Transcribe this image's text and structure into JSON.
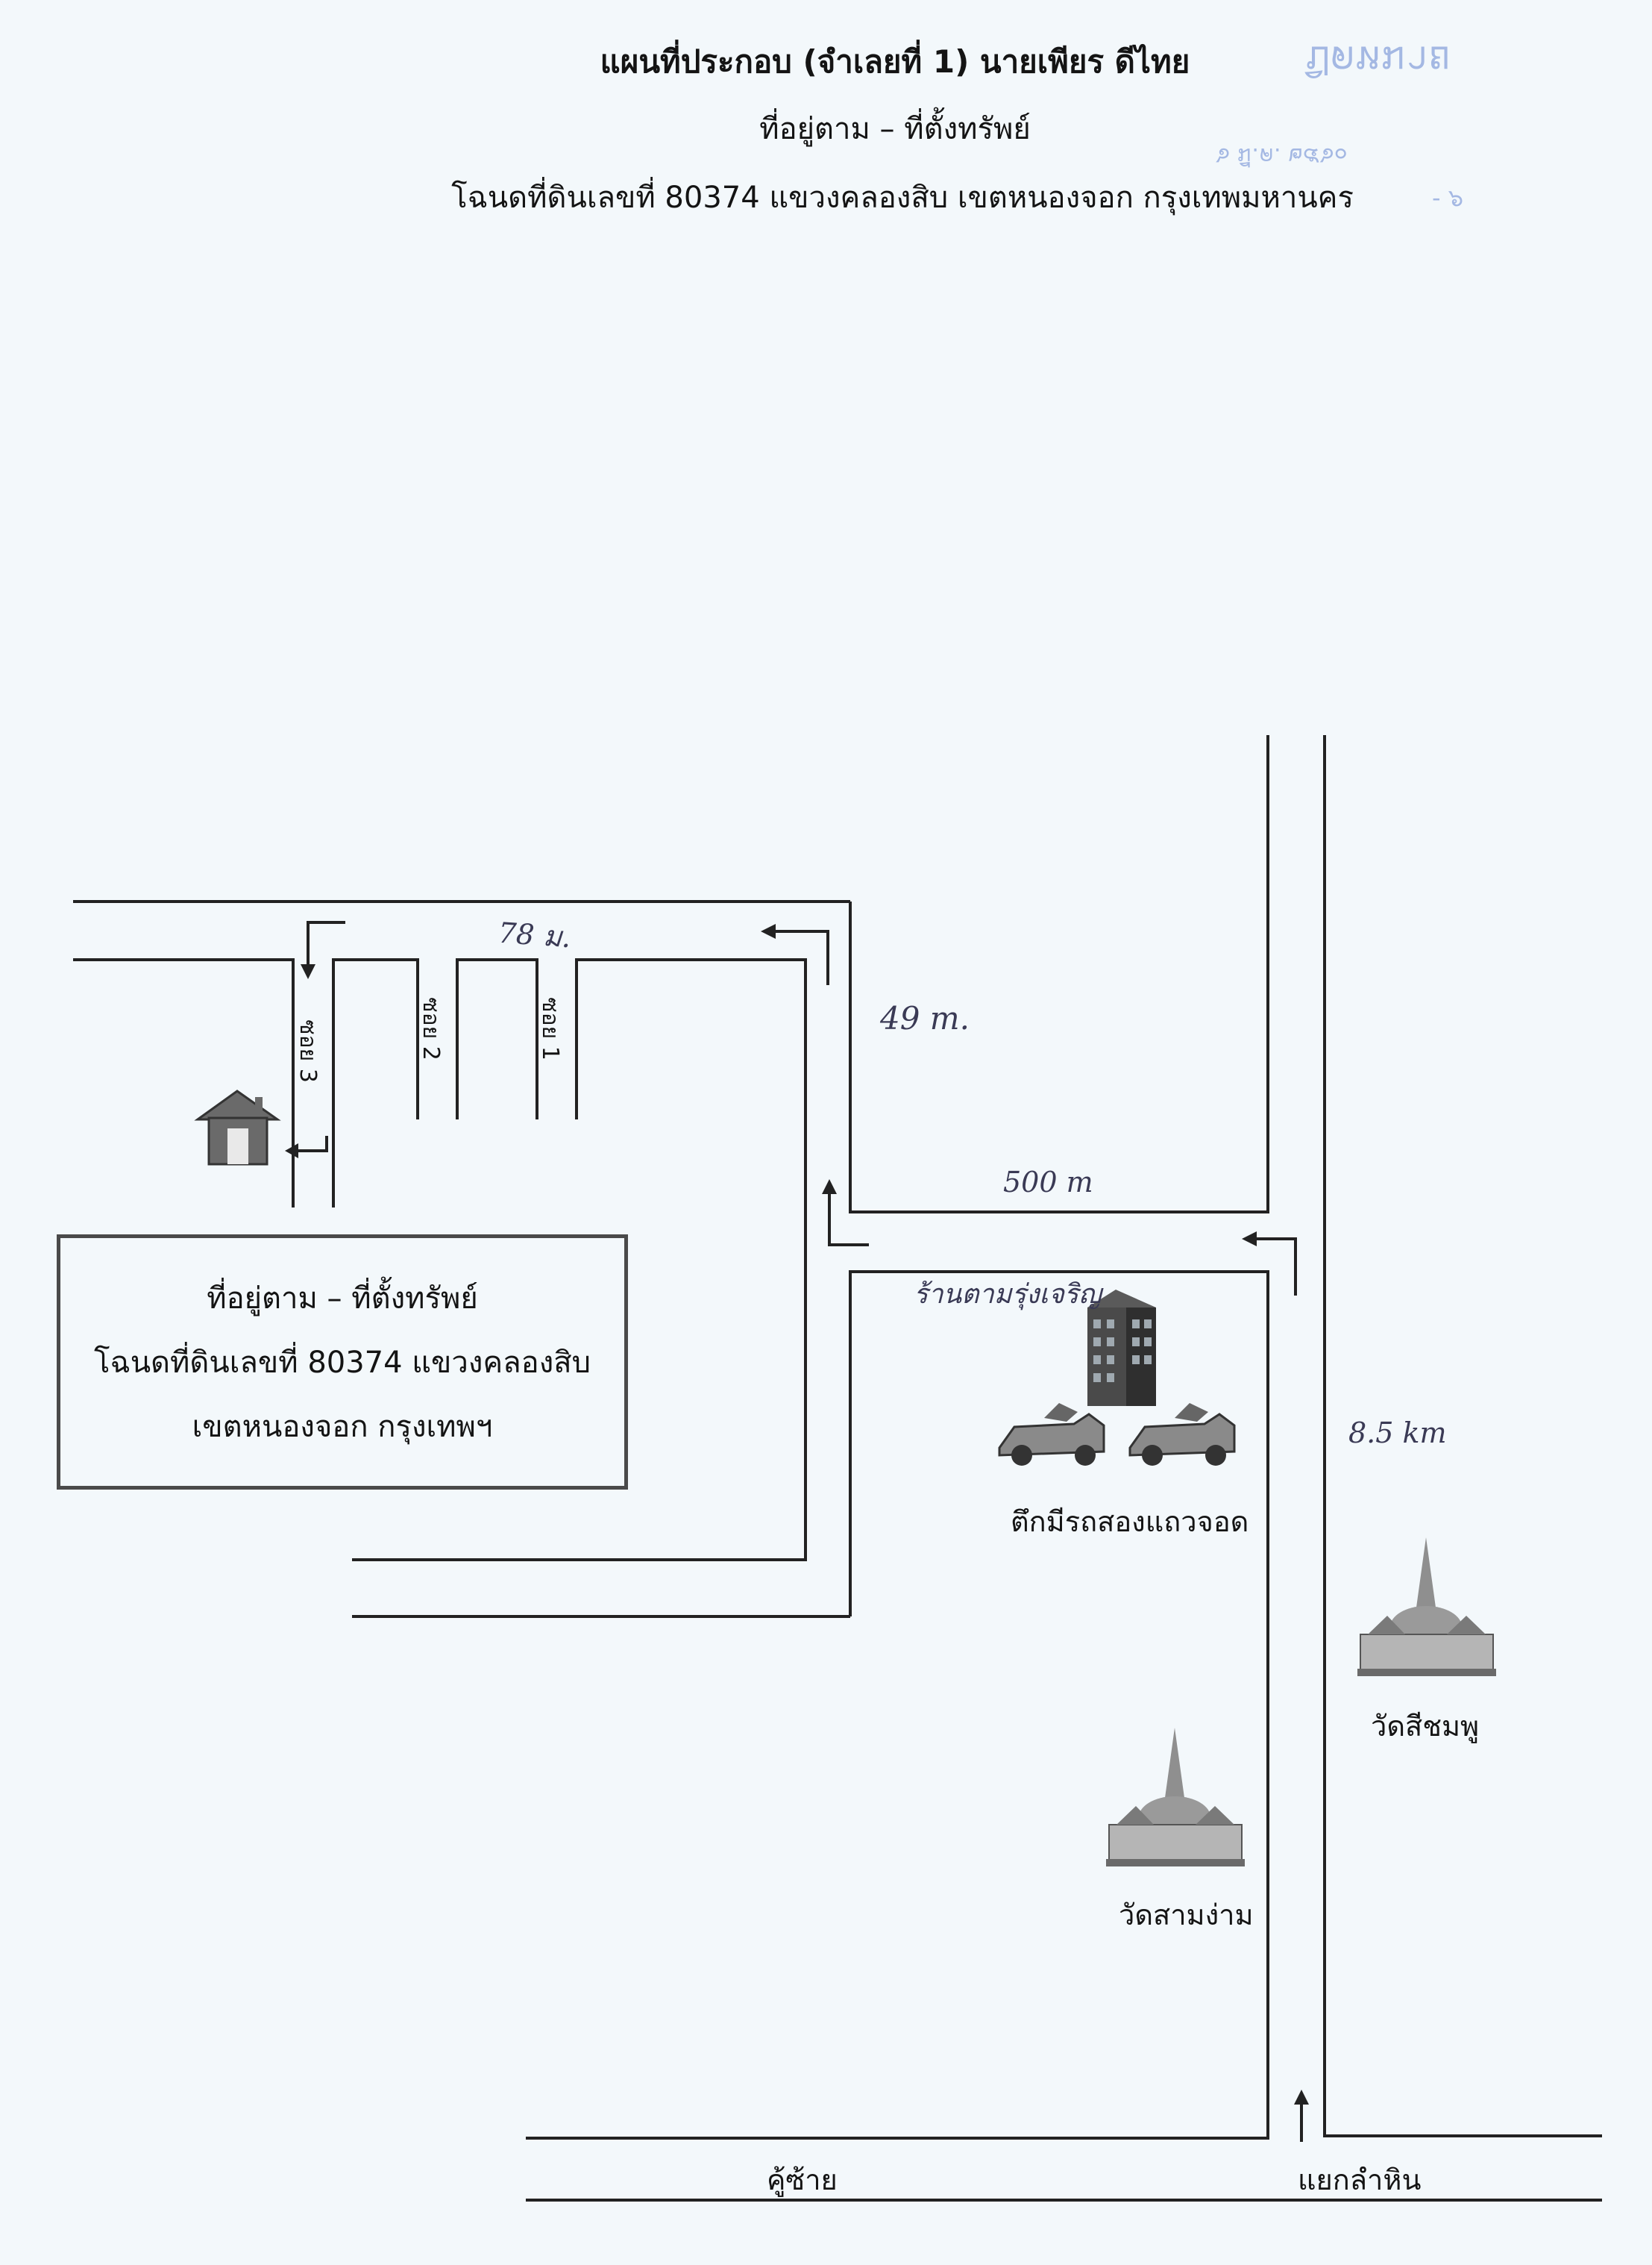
{
  "header": {
    "title": "แผนที่ประกอบ (จำเลยที่ 1) นายเพียร ดีไทย",
    "subtitle": "ที่อยู่ตาม – ที่ตั้งทรัพย์",
    "deed_line": "โฉนดที่ดินเลขที่ 80374 แขวงคลองสิบ เขตหนองจอก กรุงเทพมหานคร"
  },
  "stamp": {
    "text": "ปิดหมาย",
    "date": "๖ มี.ค. ๒๕๖๐",
    "mark": "- ๖"
  },
  "sois": {
    "soi3": "ซอย 3",
    "soi2": "ซอย 2",
    "soi1": "ซอย 1"
  },
  "handwritten": {
    "d78": "78 ม.",
    "d49": "49 m.",
    "d500": "500 m",
    "d85": "8.5 km",
    "shop": "ร้านตามรุ่งเจริญ"
  },
  "landmarks": {
    "building": "ตึกมีรถสองแถวจอด",
    "temple1": "วัดสีชมพู",
    "temple2": "วัดสามง่าม",
    "road_left": "คู้ซ้าย",
    "junction": "แยกลำหิน"
  },
  "infobox": {
    "line1": "ที่อยู่ตาม – ที่ตั้งทรัพย์",
    "line2": "โฉนดที่ดินเลขที่ 80374 แขวงคลองสิบ",
    "line3": "เขตหนองจอก กรุงเทพฯ"
  }
}
